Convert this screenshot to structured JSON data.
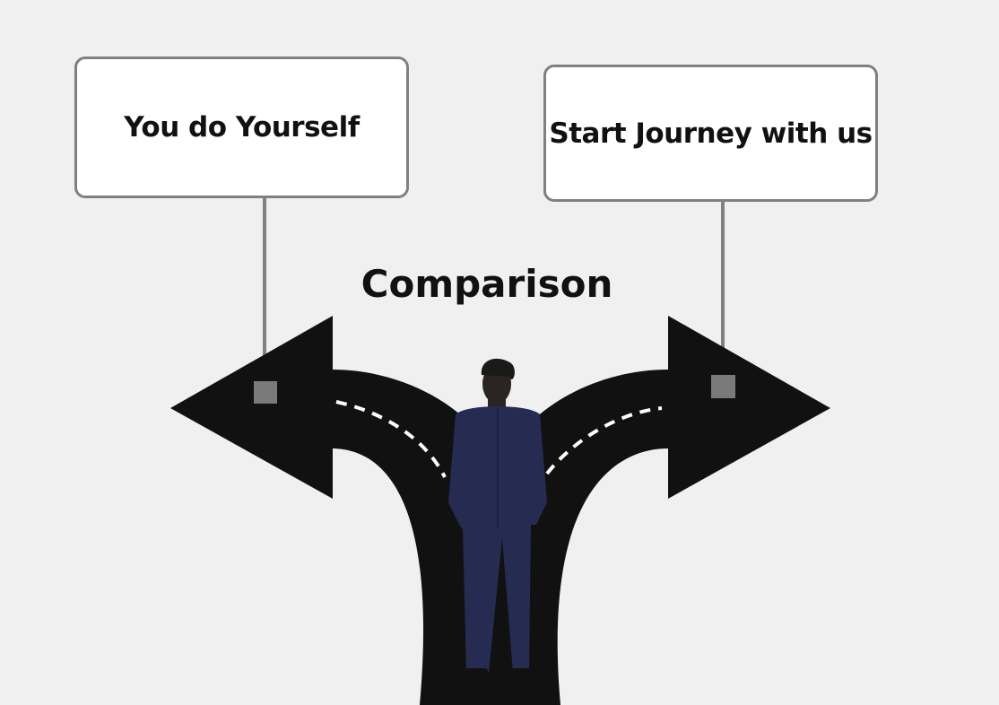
{
  "signs": {
    "left": "You do Yourself",
    "right": "Start Journey with us"
  },
  "title": "Comparison",
  "colors": {
    "background": "#f0f0f0",
    "road": "#111111",
    "sign_border": "#808080",
    "suit": "#262b52"
  }
}
